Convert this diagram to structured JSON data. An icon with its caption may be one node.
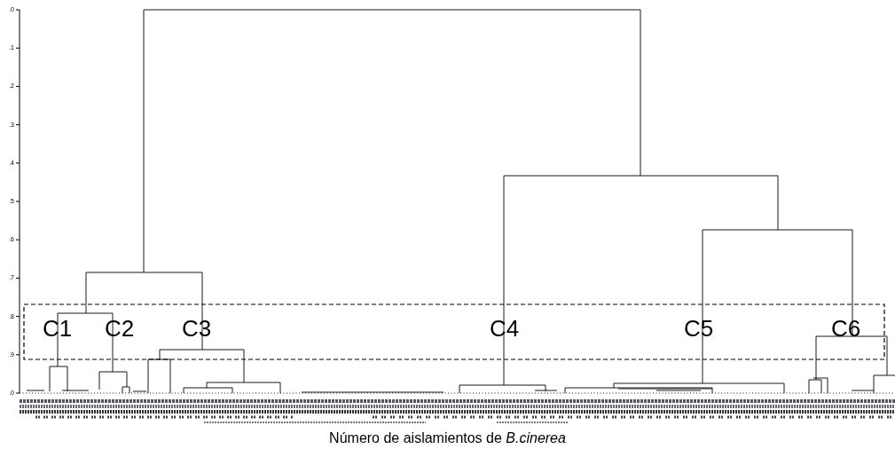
{
  "diagram": {
    "caption": "Número de aislamientos de *B.cinerea*",
    "labels": [
      ".0",
      ".1",
      ".2",
      ".3",
      ".4",
      ".5",
      ".6",
      ".7",
      ".8",
      ".9",
      ".0",
      "C1",
      "C2",
      "C3",
      "C4",
      "C5",
      "C6"
    ]
  }
}
